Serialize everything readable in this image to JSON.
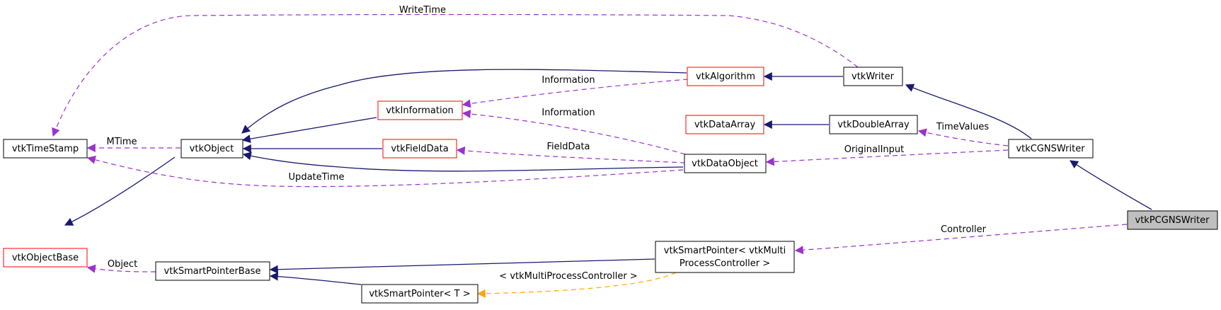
{
  "diagram": {
    "type": "collaboration-graph",
    "colors": {
      "inheritance_edge": "#191970",
      "usage_edge": "#9a32cd",
      "template_edge": "#ffa500",
      "documented_node_border": "#000000",
      "undocumented_node_border": "#ff0000",
      "current_node_fill": "#bfbfbf"
    },
    "nodes": {
      "vtkTimeStamp": {
        "label": "vtkTimeStamp"
      },
      "vtkObject": {
        "label": "vtkObject"
      },
      "vtkObjectBase": {
        "label": "vtkObjectBase"
      },
      "vtkInformation": {
        "label": "vtkInformation"
      },
      "vtkFieldData": {
        "label": "vtkFieldData"
      },
      "vtkAlgorithm": {
        "label": "vtkAlgorithm"
      },
      "vtkWriter": {
        "label": "vtkWriter"
      },
      "vtkDataArray": {
        "label": "vtkDataArray"
      },
      "vtkDoubleArray": {
        "label": "vtkDoubleArray"
      },
      "vtkDataObject": {
        "label": "vtkDataObject"
      },
      "vtkCGNSWriter": {
        "label": "vtkCGNSWriter"
      },
      "vtkPCGNSWriter": {
        "label": "vtkPCGNSWriter"
      },
      "vtkSmartPointerBase": {
        "label": "vtkSmartPointerBase"
      },
      "vtkSmartPointerController": {
        "label_line1": "vtkSmartPointer< vtkMulti",
        "label_line2": "ProcessController >"
      },
      "vtkSmartPointerT": {
        "label": "vtkSmartPointer< T >"
      }
    },
    "edge_labels": {
      "write_time": "WriteTime",
      "mtime": "MTime",
      "update_time": "UpdateTime",
      "information_algorithm": "Information",
      "information_dataobject": "Information",
      "field_data": "FieldData",
      "time_values": "TimeValues",
      "original_input": "OriginalInput",
      "controller": "Controller",
      "object": "Object",
      "template_arg": "< vtkMultiProcessController >"
    }
  }
}
